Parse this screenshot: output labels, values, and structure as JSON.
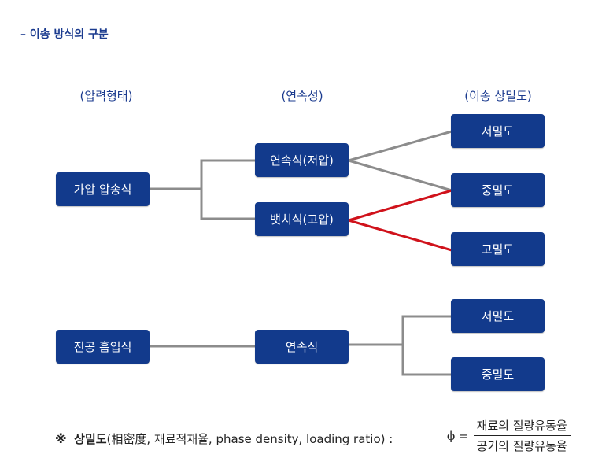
{
  "title": "– 이송 방식의 구분",
  "headers": {
    "pressure": "(압력형태)",
    "continuity": "(연속성)",
    "density": "(이송 상밀도)"
  },
  "nodes": {
    "pressure_conveying": "가압 압송식",
    "continuous_low": "연속식(저압)",
    "batch_high": "뱃치식(고압)",
    "low_density_1": "저밀도",
    "medium_density_1": "중밀도",
    "high_density": "고밀도",
    "vacuum_suction": "진공 흡입식",
    "continuous": "연속식",
    "low_density_2": "저밀도",
    "medium_density_2": "중밀도"
  },
  "colors": {
    "box": "#123a8c",
    "connector": "#8c8c8c",
    "highlight": "#d0121b"
  },
  "footnote": {
    "mark": "※",
    "term": "상밀도",
    "rest": "(相密度, 재료적재율, phase density, loading ratio) :"
  },
  "formula": {
    "symbol": "ϕ =",
    "numerator": "재료의 질량유동율",
    "denominator": "공기의 질량유동율"
  }
}
